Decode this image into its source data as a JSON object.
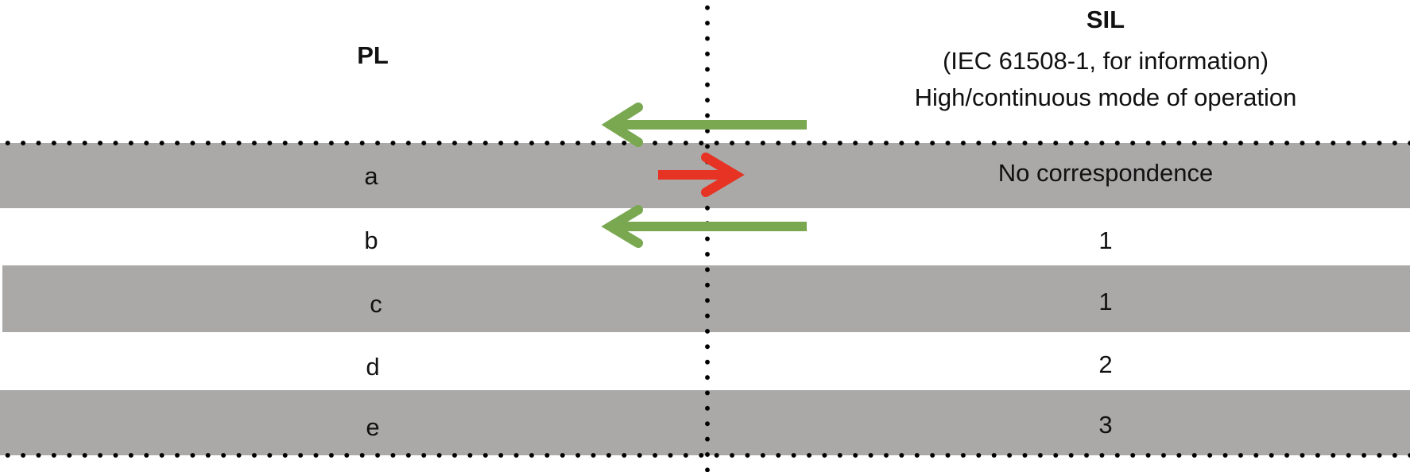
{
  "header": {
    "pl_title": "PL",
    "sil_title": "SIL",
    "sil_subtitle": "(IEC 61508-1, for information)",
    "sil_mode": "High/continuous mode of operation"
  },
  "rows": [
    {
      "pl": "a",
      "sil": "No correspondence"
    },
    {
      "pl": "b",
      "sil": "1"
    },
    {
      "pl": "c",
      "sil": "1"
    },
    {
      "pl": "d",
      "sil": "2"
    },
    {
      "pl": "e",
      "sil": "3"
    }
  ],
  "colors": {
    "band": "#aaa9a8",
    "green_arrow": "#7aa851",
    "red_arrow": "#e63323"
  }
}
